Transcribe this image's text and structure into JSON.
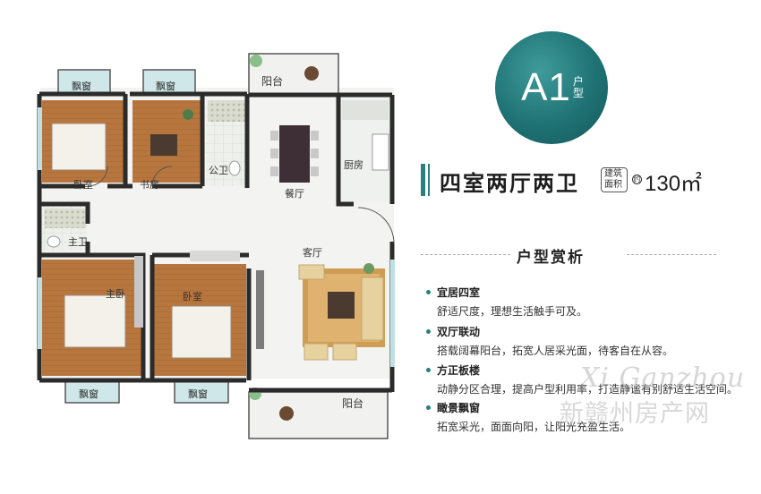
{
  "plan": {
    "rooms": {
      "bedroom1": "卧室",
      "study": "书房",
      "public_bath": "公卫",
      "kitchen": "厨房",
      "dining": "餐厅",
      "master_bath": "主卫",
      "living": "客厅",
      "master_bedroom": "主卧",
      "bedroom2": "卧室",
      "balcony_top": "阳台",
      "balcony_bottom": "阳台"
    },
    "windows": {
      "w1": "飘窗",
      "w2": "飘窗",
      "w3": "飘窗",
      "w4": "飘窗"
    }
  },
  "badge": {
    "code": "A1",
    "sub": "户型"
  },
  "title": {
    "layout": "四室两厅两卫",
    "area_tag": "建筑面积",
    "approx": "约",
    "area": "130㎡"
  },
  "analysis": {
    "title": "户型赏析",
    "features": [
      {
        "head": "宜居四室",
        "body": "舒适尺度，理想生活触手可及。"
      },
      {
        "head": "双厅联动",
        "body": "搭载阔幕阳台，拓宽人居采光面，待客自在从容。"
      },
      {
        "head": "方正板楼",
        "body": "动静分区合理，提高户型利用率，打造静谧有别舒适生活空间。"
      },
      {
        "head": "瞰景飘窗",
        "body": "拓宽采光，面面向阳，让阳光充盈生活。"
      }
    ]
  },
  "watermark": {
    "script": "Xi Ganzhou",
    "text": "新赣州房产网"
  },
  "colors": {
    "accent": "#2a7f80",
    "wall": "#2b2b2b",
    "floor": "#b5743e",
    "glass": "#bfe0e2"
  }
}
